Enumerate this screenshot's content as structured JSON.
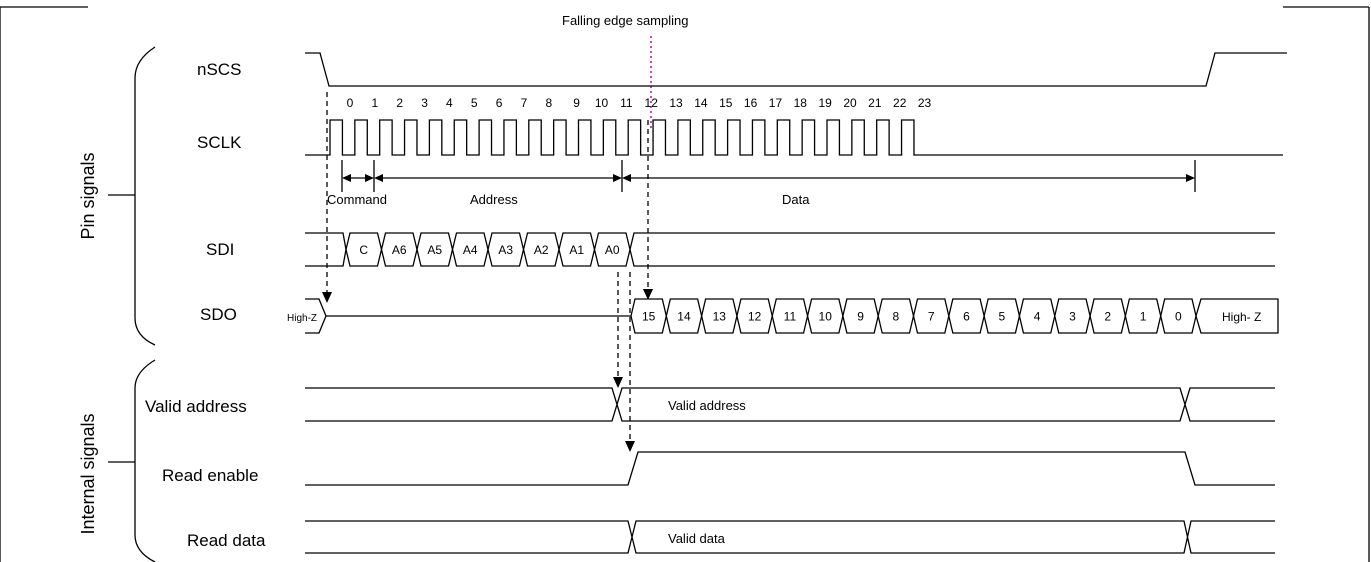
{
  "title": "Falling edge sampling",
  "groups": {
    "pin": "Pin signals",
    "internal": "Internal signals"
  },
  "signals": {
    "nscs": "nSCS",
    "sclk": "SCLK",
    "sdi": "SDI",
    "sdo": "SDO",
    "valid_address": "Valid address",
    "read_enable": "Read enable",
    "read_data": "Read data"
  },
  "clock_numbers": [
    "0",
    "1",
    "2",
    "3",
    "4",
    "5",
    "6",
    "7",
    "8",
    "9",
    "10",
    "11",
    "12",
    "13",
    "14",
    "15",
    "16",
    "17",
    "18",
    "19",
    "20",
    "21",
    "22",
    "23"
  ],
  "segments": {
    "command": "Command",
    "address": "Address",
    "data": "Data"
  },
  "sdi_bits": [
    "C",
    "A6",
    "A5",
    "A4",
    "A3",
    "A2",
    "A1",
    "A0"
  ],
  "sdo_bits": [
    "15",
    "14",
    "13",
    "12",
    "11",
    "10",
    "9",
    "8",
    "7",
    "6",
    "5",
    "4",
    "3",
    "2",
    "1",
    "0"
  ],
  "sdo_high_z_left": "High-Z",
  "sdo_high_z_right": "High- Z",
  "valid_address_text": "Valid address",
  "valid_data_text": "Valid data",
  "colors": {
    "sampling_line": "#cc3399",
    "line": "#000000"
  }
}
